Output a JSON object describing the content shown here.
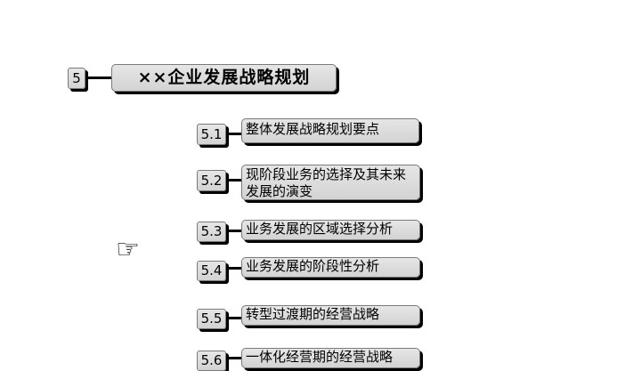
{
  "section": {
    "number": "5",
    "title": "××企业发展战略规划"
  },
  "items": [
    {
      "number": "5.1",
      "text": "整体发展战略规划要点"
    },
    {
      "number": "5.2",
      "text": "现阶段业务的选择及其未来发展的演变"
    },
    {
      "number": "5.3",
      "text": "业务发展的区域选择分析"
    },
    {
      "number": "5.4",
      "text": "业务发展的阶段性分析"
    },
    {
      "number": "5.5",
      "text": "转型过渡期的经营战略"
    },
    {
      "number": "5.6",
      "text": "一体化经营期的经营战略"
    }
  ],
  "pointer": {
    "icon": "pointing-hand-icon",
    "glyph": "☞"
  }
}
